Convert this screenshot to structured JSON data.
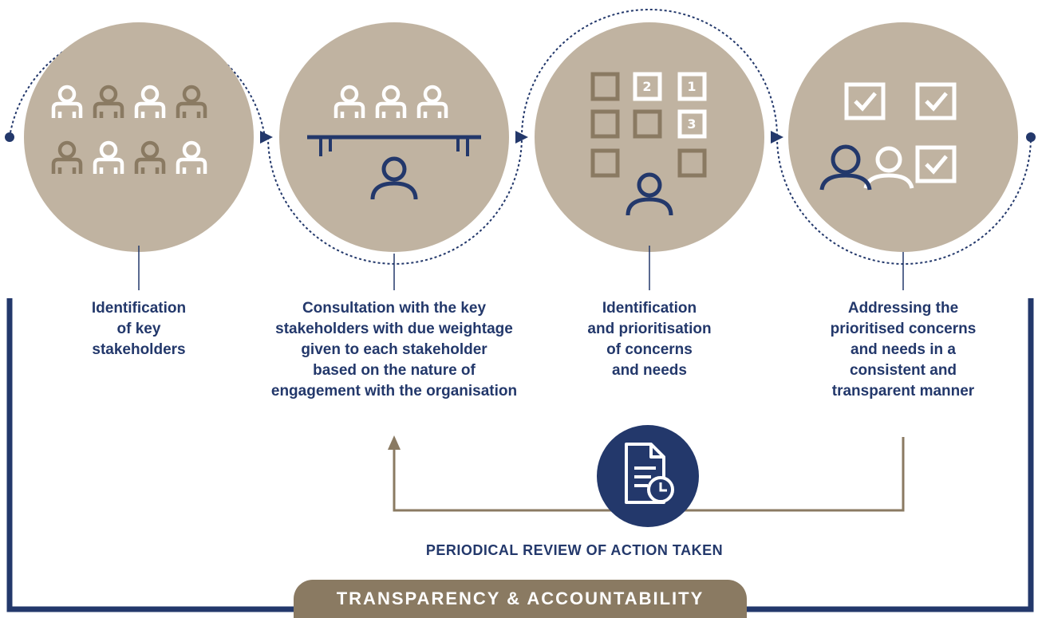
{
  "steps": [
    {
      "label": "Identification\nof key\nstakeholders",
      "icon": "stakeholders-group-icon"
    },
    {
      "label": "Consultation with the key\nstakeholders with due weightage\ngiven to each stakeholder\nbased on the nature of\nengagement with the organisation",
      "icon": "consultation-meeting-icon"
    },
    {
      "label": "Identification\nand prioritisation\nof concerns\nand needs",
      "icon": "prioritisation-grid-icon",
      "priority_numbers": [
        "2",
        "1",
        "3"
      ]
    },
    {
      "label": "Addressing the\nprioritised concerns\nand needs in a\nconsistent and\ntransparent manner",
      "icon": "checklist-people-icon"
    }
  ],
  "review": {
    "label": "PERIODICAL REVIEW OF ACTION TAKEN",
    "icon": "document-clock-icon"
  },
  "banner": {
    "label": "TRANSPARENCY & ACCOUNTABILITY"
  },
  "colors": {
    "circle": "#c0b3a1",
    "navy": "#23386b",
    "taupe": "#8a7a62",
    "white": "#ffffff"
  }
}
